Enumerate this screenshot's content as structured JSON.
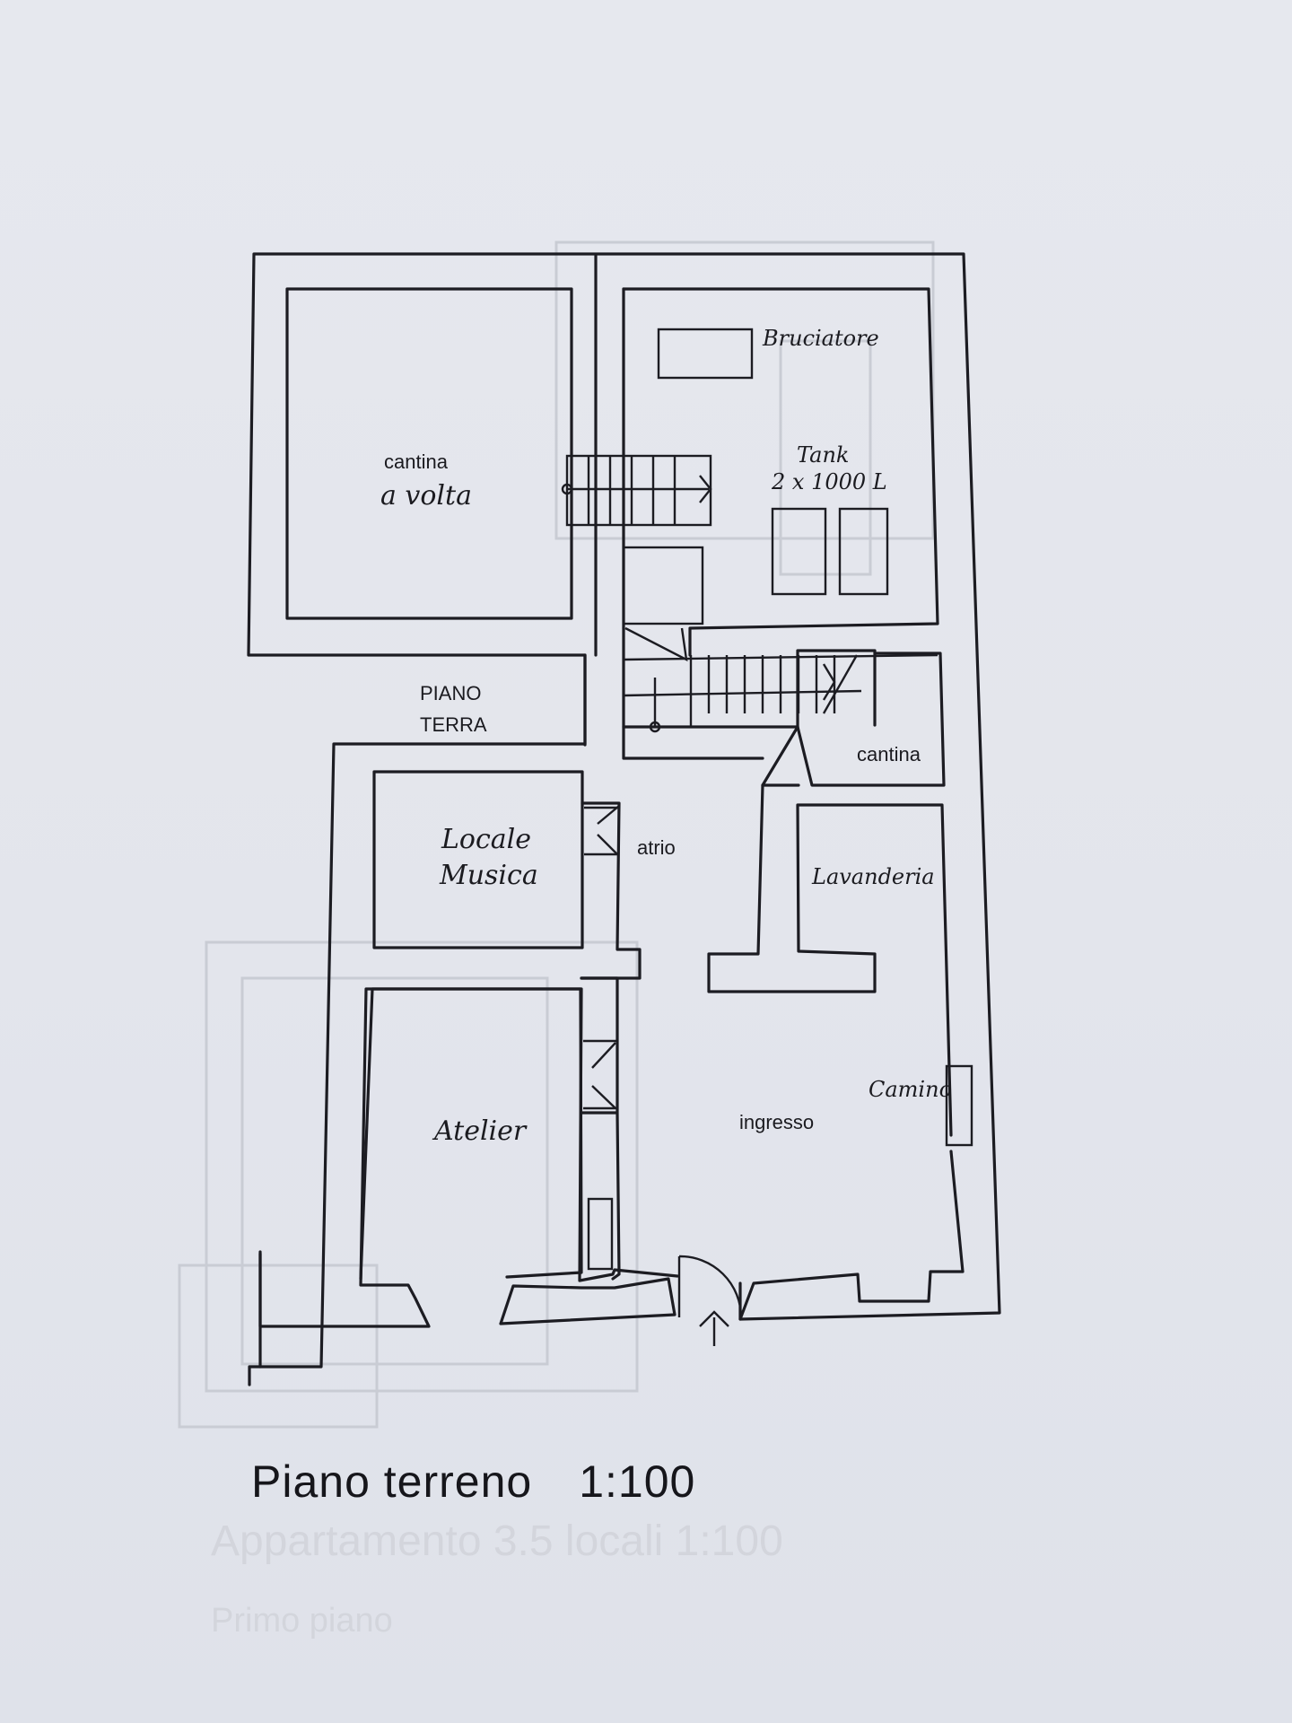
{
  "plan": {
    "rooms": {
      "cantina_a_volta_1": "cantina",
      "cantina_a_volta_2": "a volta",
      "bruciatore": "Bruciatore",
      "tank_1": "Tank",
      "tank_2": "2 x 1000 L",
      "piano_terra_1": "PIANO",
      "piano_terra_2": "TERRA",
      "cantina": "cantina",
      "locale_musica_1": "Locale",
      "locale_musica_2": "Musica",
      "atrio": "atrio",
      "lavanderia": "Lavanderia",
      "atelier": "Atelier",
      "ingresso": "ingresso",
      "camino": "Camino"
    }
  },
  "caption": {
    "title": "Piano terreno",
    "scale": "1:100"
  },
  "ghost": {
    "title": "Appartamento 3.5 locali   1:100",
    "subtitle": "Primo piano"
  }
}
